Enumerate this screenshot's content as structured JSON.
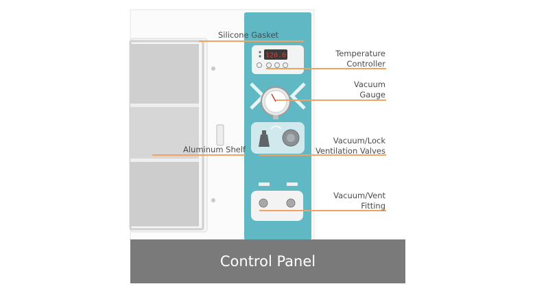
{
  "callouts": {
    "silicone_gasket": "Silicone Gasket",
    "temperature_controller": [
      "Temperature",
      "Controller"
    ],
    "vacuum_gauge": [
      "Vacuum",
      "Gauge"
    ],
    "aluminum_shelf": "Aluminum Shelf",
    "valves": [
      "Vacuum/Lock",
      "Ventilation Valves"
    ],
    "fitting": [
      "Vacuum/Vent",
      "Fitting"
    ]
  },
  "display": {
    "readout": "120.0"
  },
  "banner": {
    "label": "Control Panel"
  },
  "colors": {
    "panel_teal": "#5fb8c4",
    "callout_line": "#f0a35e",
    "banner_bg": "#7a7a7a",
    "display_red": "#e03a2f"
  },
  "icons": [
    "display-icon",
    "gauge-icon",
    "knob-icon",
    "valve-icon",
    "fitting-icon"
  ]
}
